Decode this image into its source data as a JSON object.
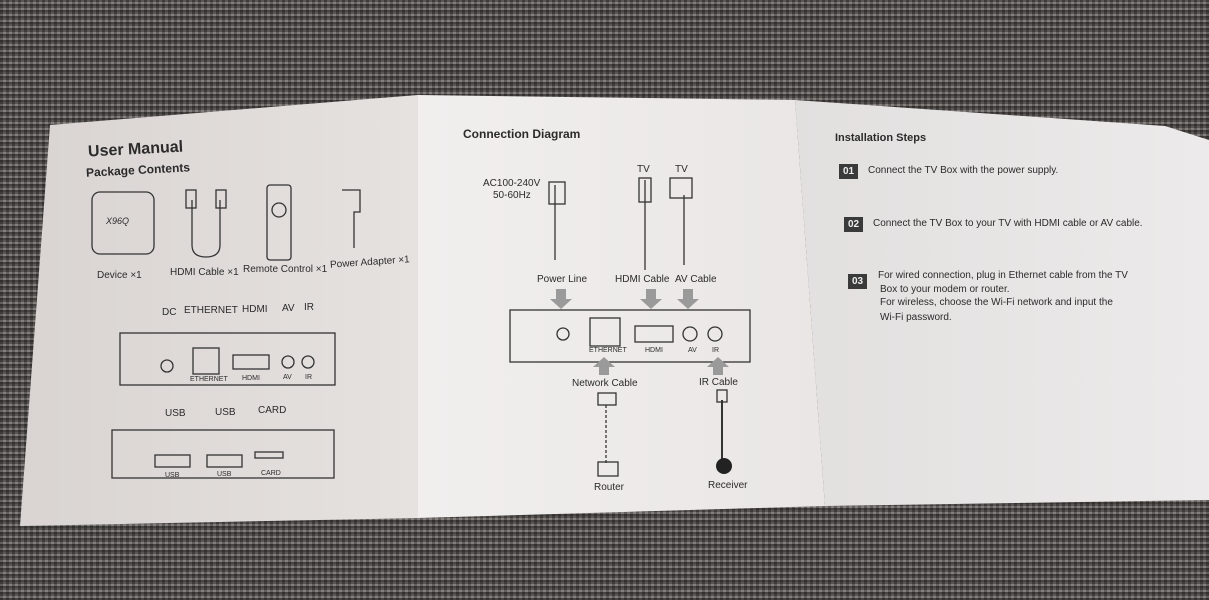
{
  "left": {
    "title": "User Manual",
    "subtitle": "Package Contents",
    "device_logo": "X96Q",
    "items": [
      "Device ×1",
      "HDMI Cable ×1",
      "Remote Control ×1",
      "Power Adapter ×1"
    ],
    "rear_ports": [
      "DC",
      "ETHERNET",
      "HDMI",
      "AV",
      "IR"
    ],
    "rear_port_small": [
      "ETHERNET",
      "HDMI",
      "AV",
      "IR"
    ],
    "side_ports": [
      "USB",
      "USB",
      "CARD"
    ],
    "side_port_small": [
      "USB",
      "USB",
      "CARD"
    ]
  },
  "middle": {
    "title": "Connection Diagram",
    "power_spec": [
      "AC100-240V",
      "50-60Hz"
    ],
    "tv_labels": [
      "TV",
      "TV"
    ],
    "cables_top": [
      "Power Line",
      "HDMI Cable",
      "AV Cable"
    ],
    "port_small": [
      "ETHERNET",
      "HDMI",
      "AV",
      "IR"
    ],
    "cables_bottom": [
      "Network Cable",
      "IR Cable"
    ],
    "ends": [
      "Router",
      "Receiver"
    ]
  },
  "right": {
    "title": "Installation Steps",
    "steps": [
      {
        "num": "01",
        "text": "Connect the TV Box with the power supply."
      },
      {
        "num": "02",
        "text": "Connect the TV Box to your TV with  HDMI cable or AV cable."
      },
      {
        "num": "03",
        "lines": [
          "For wired connection, plug in Ethernet cable from the TV",
          "Box to your modem or router.",
          "For wireless, choose the Wi-Fi network and input the",
          "Wi-Fi password."
        ]
      }
    ]
  }
}
